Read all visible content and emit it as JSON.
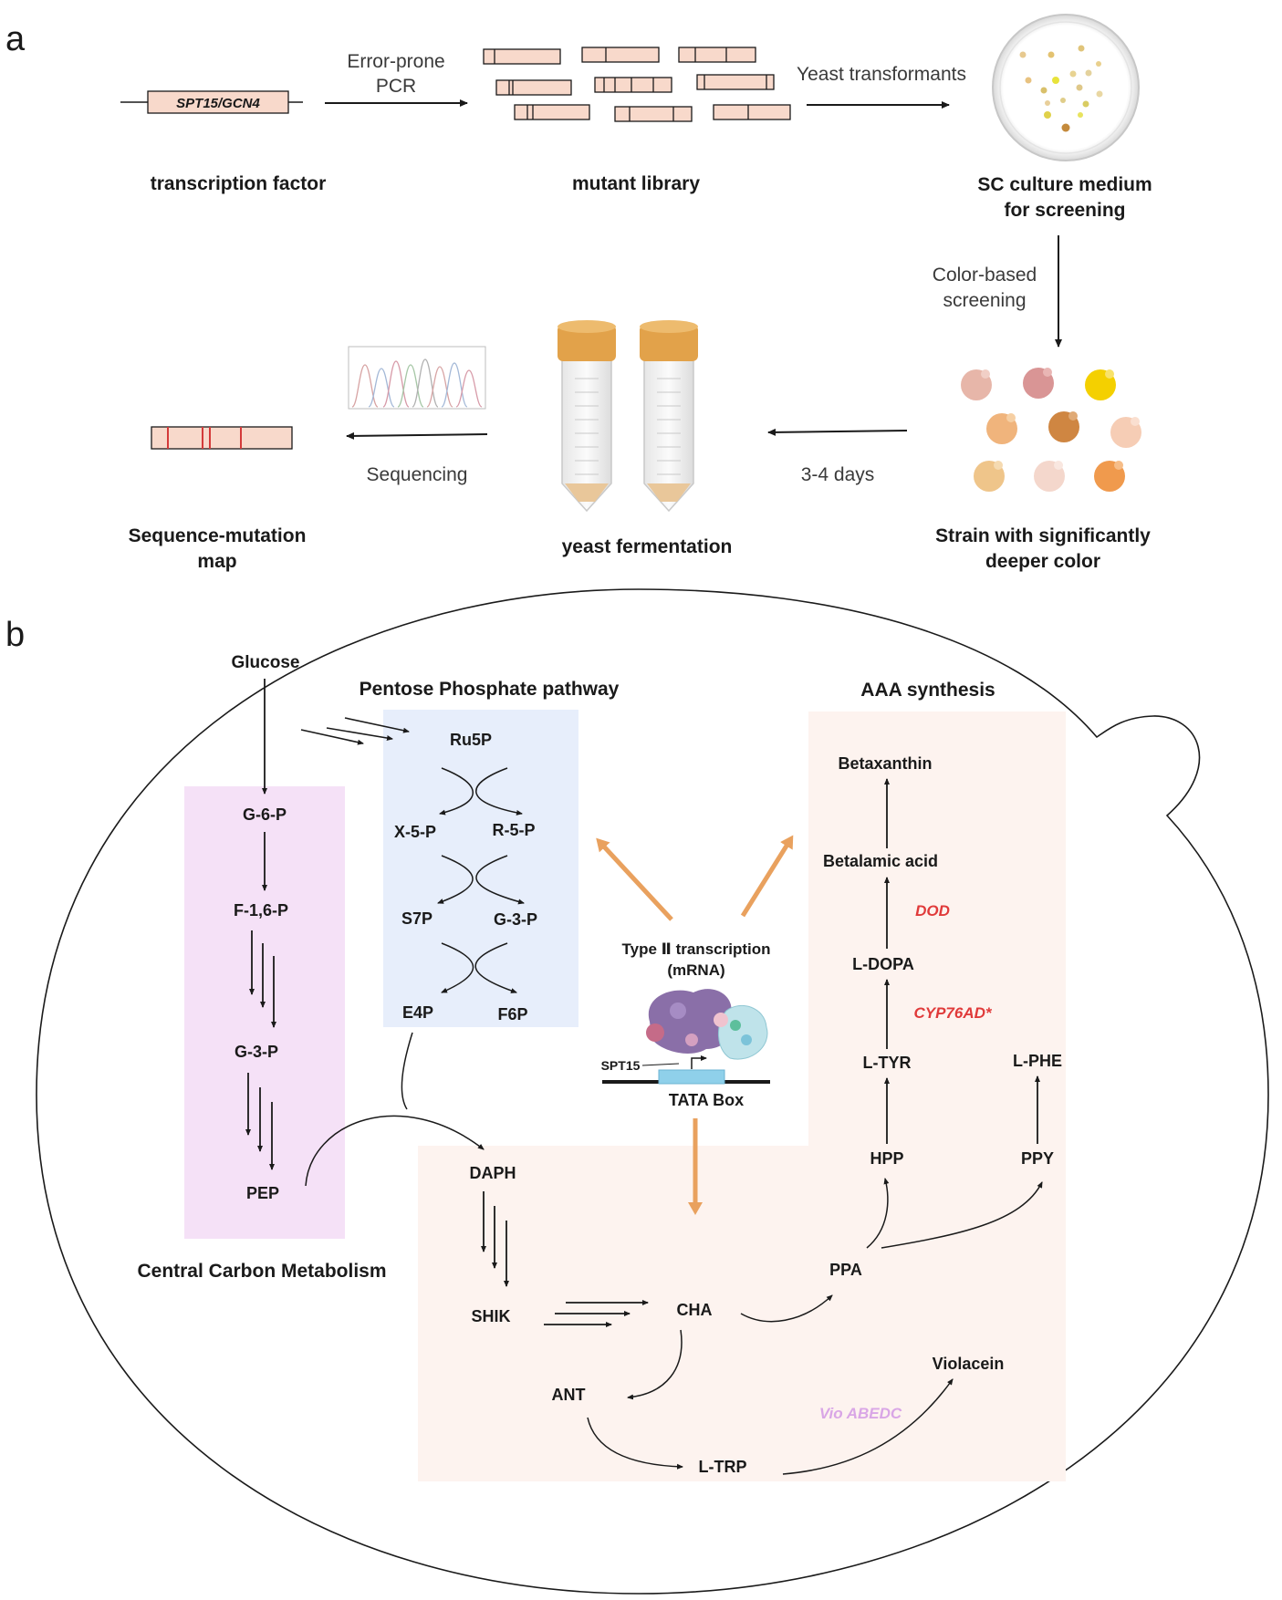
{
  "panel_a": {
    "letter": "a",
    "gene_label": "SPT15/GCN4",
    "step1_arrow_label_line1": "Error-prone",
    "step1_arrow_label_line2": "PCR",
    "step2_arrow_label": "Yeast transformants",
    "caption_transcription_factor": "transcription factor",
    "caption_mutant_library": "mutant library",
    "caption_sc_medium_line1": "SC culture medium",
    "caption_sc_medium_line2": "for screening",
    "screening_label_line1": "Color-based",
    "screening_label_line2": "screening",
    "days_label": "3-4 days",
    "sequencing_label": "Sequencing",
    "caption_strain_line1": "Strain with significantly",
    "caption_strain_line2": "deeper color",
    "caption_fermentation": "yeast fermentation",
    "caption_seq_map_line1": "Sequence-mutation",
    "caption_seq_map_line2": "map"
  },
  "panel_b": {
    "letter": "b",
    "glucose": "Glucose",
    "ppp_title": "Pentose Phosphate pathway",
    "aaa_title": "AAA synthesis",
    "ccm_title": "Central Carbon Metabolism",
    "ccm_nodes": {
      "g6p": "G-6-P",
      "f16p": "F-1,6-P",
      "g3p": "G-3-P",
      "pep": "PEP"
    },
    "ppp_nodes": {
      "ru5p": "Ru5P",
      "x5p": "X-5-P",
      "r5p": "R-5-P",
      "s7p": "S7P",
      "g3p": "G-3-P",
      "e4p": "E4P",
      "f6p": "F6P"
    },
    "transcription": {
      "line1": "Type Ⅱ transcription",
      "line2": "(mRNA)",
      "spt15": "SPT15",
      "tata": "TATA Box"
    },
    "aaa_nodes": {
      "betaxanthin": "Betaxanthin",
      "betalamic": "Betalamic acid",
      "dod": "DOD",
      "ldopa": "L-DOPA",
      "cyp": "CYP76AD*",
      "ltyr": "L-TYR",
      "lphe": "L-PHE",
      "hpp": "HPP",
      "ppy": "PPY"
    },
    "shikimate_nodes": {
      "daph": "DAPH",
      "shik": "SHIK",
      "cha": "CHA",
      "ppa": "PPA",
      "ant": "ANT",
      "ltrp": "L-TRP",
      "violacein": "Violacein",
      "vio": "Vio ABEDC"
    }
  },
  "colors": {
    "ccm_box": "#f5e1f7",
    "ppp_box": "#e7eefb",
    "aaa_box": "#fdf3ef",
    "orange_arrow": "#e9a15e",
    "gene_fill": "#f8d9cb",
    "mutation_red": "#d43a3a",
    "tube_cap": "#e2a24a"
  }
}
